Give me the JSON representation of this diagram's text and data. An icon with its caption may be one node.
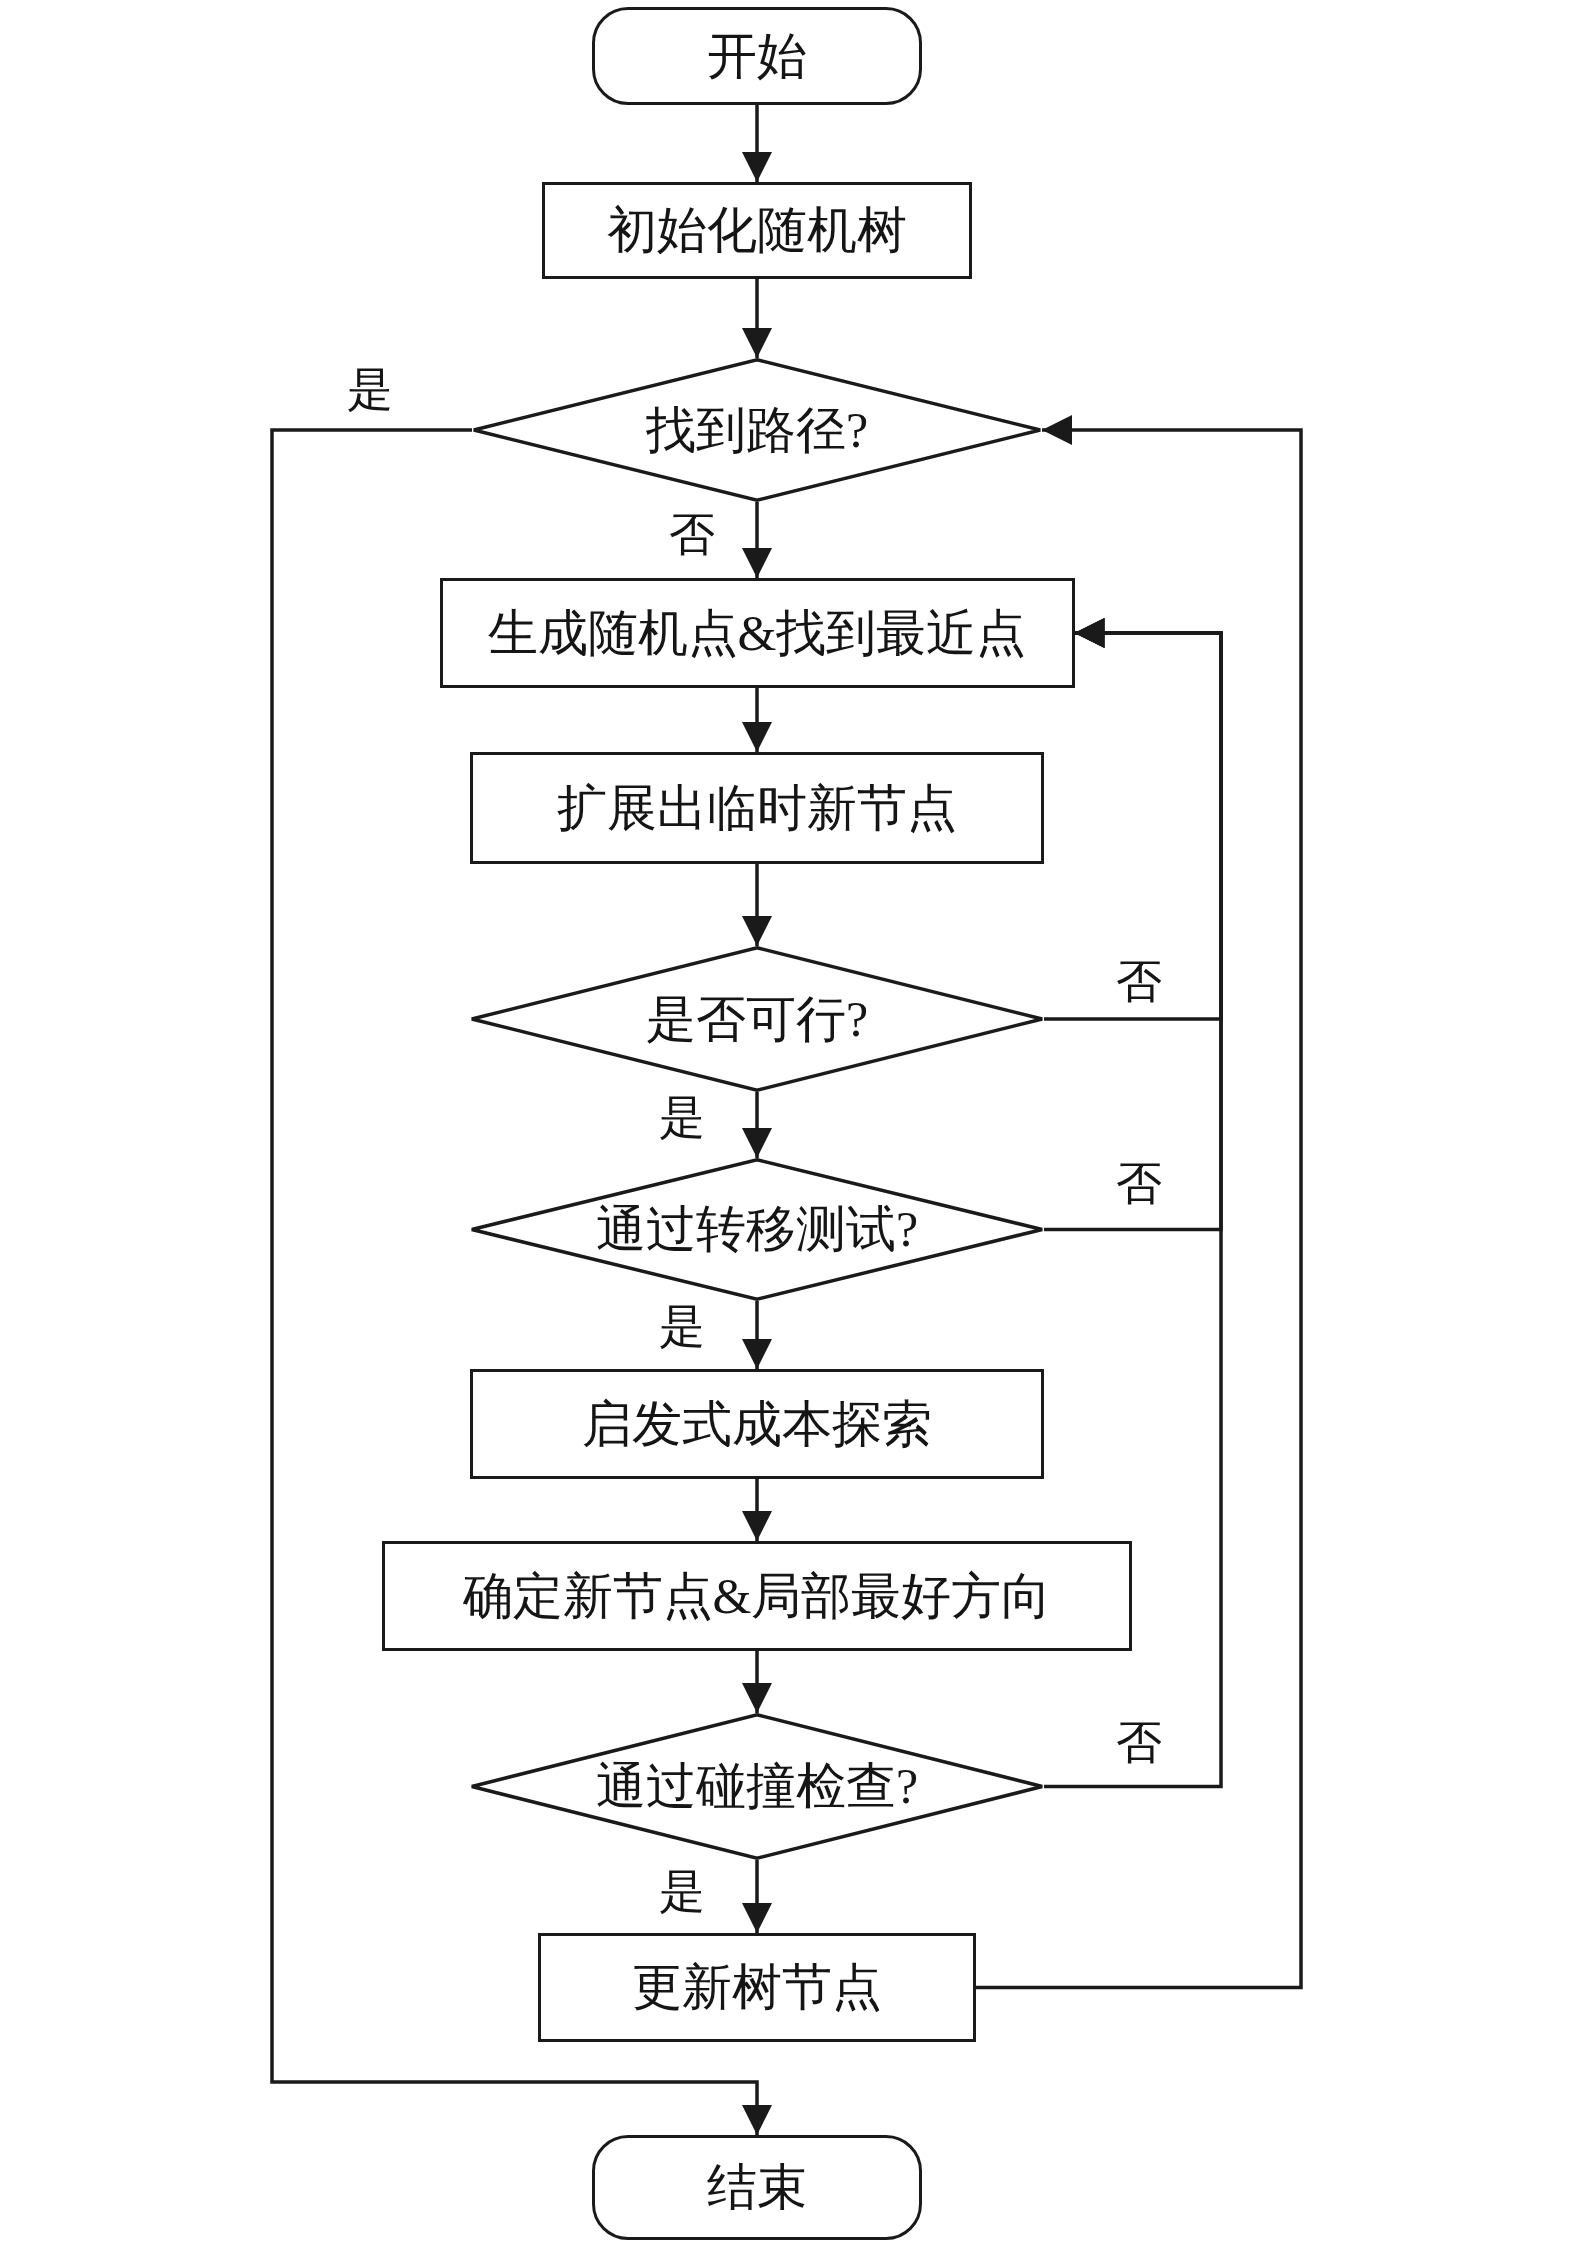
{
  "diagram": {
    "nodes": [
      {
        "text": [
          "开始"
        ]
      },
      {
        "text": [
          "初始化随机树"
        ]
      },
      {
        "text": [
          "找到路径?"
        ]
      },
      {
        "text": [
          "生成随机点&找到最近点"
        ]
      },
      {
        "text": [
          "扩展出临时新节点"
        ]
      },
      {
        "text": [
          "是否可行?"
        ]
      },
      {
        "text": [
          "通过转移测试?"
        ]
      },
      {
        "text": [
          "启发式成本探索"
        ]
      },
      {
        "text": [
          "确定新节点&局部最好方向"
        ]
      },
      {
        "text": [
          "通过碰撞检查?"
        ]
      },
      {
        "text": [
          "更新树节点"
        ]
      },
      {
        "text": [
          "结束"
        ]
      }
    ],
    "edges": [
      {
        "from": 0,
        "to": 1,
        "arrow": "to"
      },
      {
        "from": 1,
        "to": 2,
        "arrow": "to"
      },
      {
        "from": 2,
        "to": 11,
        "arrow": "to",
        "label": "是"
      },
      {
        "from": 2,
        "to": 3,
        "arrow": "to",
        "label": "否"
      },
      {
        "from": 3,
        "to": 4,
        "arrow": "to"
      },
      {
        "from": 4,
        "to": 5,
        "arrow": "to"
      },
      {
        "from": 5,
        "to": 6,
        "arrow": "to",
        "label": "是"
      },
      {
        "from": 5,
        "to": 3,
        "arrow": "to",
        "label": "否"
      },
      {
        "from": 6,
        "to": 7,
        "arrow": "to",
        "label": "是"
      },
      {
        "from": 6,
        "to": 3,
        "arrow": "to",
        "label": "否"
      },
      {
        "from": 7,
        "to": 8,
        "arrow": "to"
      },
      {
        "from": 8,
        "to": 9,
        "arrow": "to"
      },
      {
        "from": 9,
        "to": 3,
        "arrow": "to",
        "label": "否"
      },
      {
        "from": 9,
        "to": 10,
        "arrow": "to",
        "label": "是"
      },
      {
        "from": 10,
        "to": 2,
        "arrow": "to"
      }
    ]
  }
}
